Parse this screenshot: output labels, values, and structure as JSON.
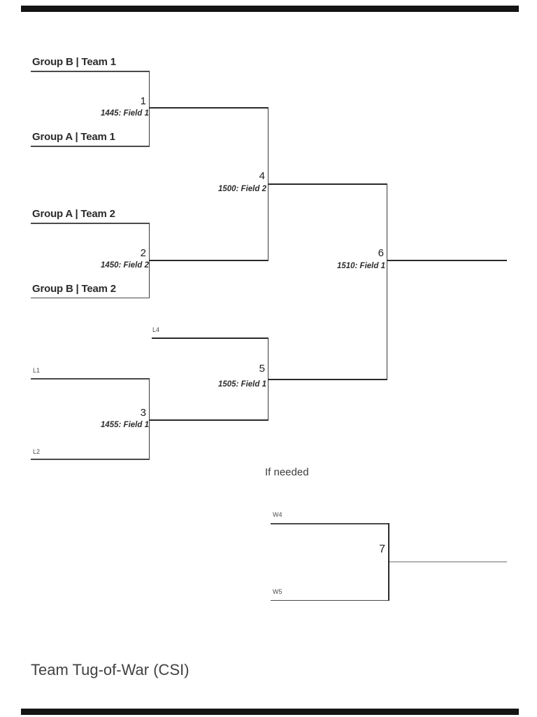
{
  "page": {
    "title": "Team Tug-of-War (CSI)",
    "if_needed_label": "If needed",
    "bar_color": "#141414",
    "line_color": "#2a2a2c"
  },
  "matches": [
    {
      "number": "1",
      "schedule": "1445: Field 1",
      "top_team": "Group B | Team 1",
      "bottom_team": "Group A | Team 1"
    },
    {
      "number": "2",
      "schedule": "1450: Field 2",
      "top_team": "Group A | Team 2",
      "bottom_team": "Group B | Team 2"
    },
    {
      "number": "3",
      "schedule": "1455: Field 1",
      "top_seed": "L1",
      "bottom_seed": "L2"
    },
    {
      "number": "4",
      "schedule": "1500: Field 2"
    },
    {
      "number": "5",
      "schedule": "1505: Field 1",
      "top_seed": "L4"
    },
    {
      "number": "6",
      "schedule": "1510: Field 1"
    },
    {
      "number": "7",
      "top_seed": "W4",
      "bottom_seed": "W5"
    }
  ]
}
